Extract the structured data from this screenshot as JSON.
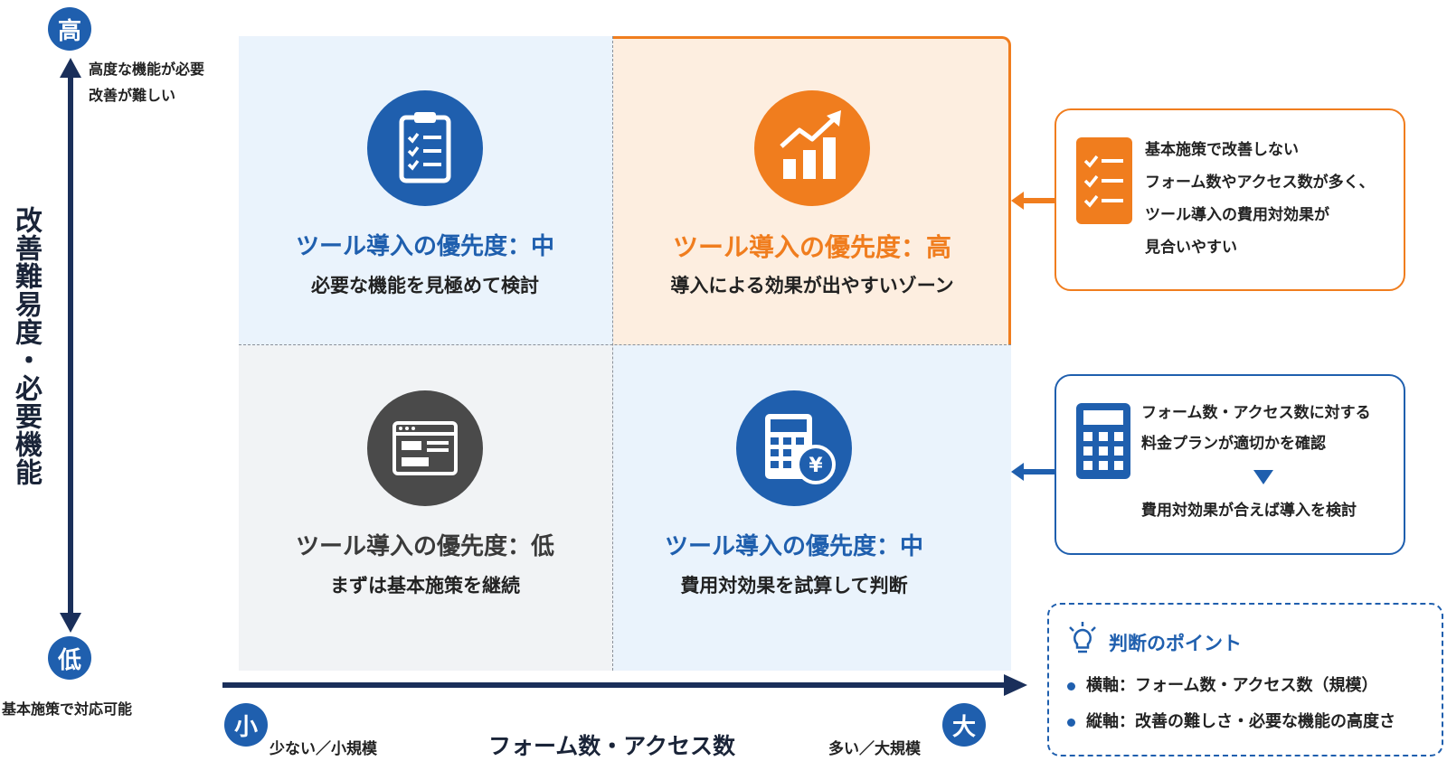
{
  "y_axis": {
    "high_label": "高",
    "high_note_line1": "高度な機能が必要",
    "high_note_line2": "改善が難しい",
    "title": "改善難易度・必要機能",
    "low_label": "低",
    "low_note": "基本施策で対応可能"
  },
  "x_axis": {
    "small_label": "小",
    "small_note": "少ない／小規模",
    "title": "フォーム数・アクセス数",
    "large_label": "大",
    "large_note": "多い／大規模"
  },
  "quadrants": {
    "top_left": {
      "title": "ツール導入の優先度：中",
      "subtitle": "必要な機能を見極めて検討",
      "icon": "clipboard-checklist-icon"
    },
    "top_right": {
      "title": "ツール導入の優先度：高",
      "subtitle": "導入による効果が出やすいゾーン",
      "icon": "growth-chart-icon"
    },
    "bottom_left": {
      "title": "ツール導入の優先度：低",
      "subtitle": "まずは基本施策を継続",
      "icon": "browser-window-icon"
    },
    "bottom_right": {
      "title": "ツール導入の優先度：中",
      "subtitle": "費用対効果を試算して判断",
      "icon": "calculator-yen-icon"
    }
  },
  "callouts": {
    "high": {
      "line1": "基本施策で改善しない",
      "line2": "フォーム数やアクセス数が多く、",
      "line3": "ツール導入の費用対効果が",
      "line4": "見合いやすい",
      "icon": "checklist-icon"
    },
    "mid": {
      "line1": "フォーム数・アクセス数に対する",
      "line2": "料金プランが適切かを確認",
      "line3": "費用対効果が合えば導入を検討",
      "icon": "calculator-icon"
    }
  },
  "points": {
    "title": "判断のポイント",
    "icon": "lightbulb-icon",
    "items": [
      "横軸：フォーム数・アクセス数（規模）",
      "縦軸：改善の難しさ・必要な機能の高度さ"
    ]
  },
  "colors": {
    "blue": "#1f5fae",
    "orange": "#f07d1e",
    "navy": "#1a2f5a",
    "gray": "#4a4a4a"
  }
}
